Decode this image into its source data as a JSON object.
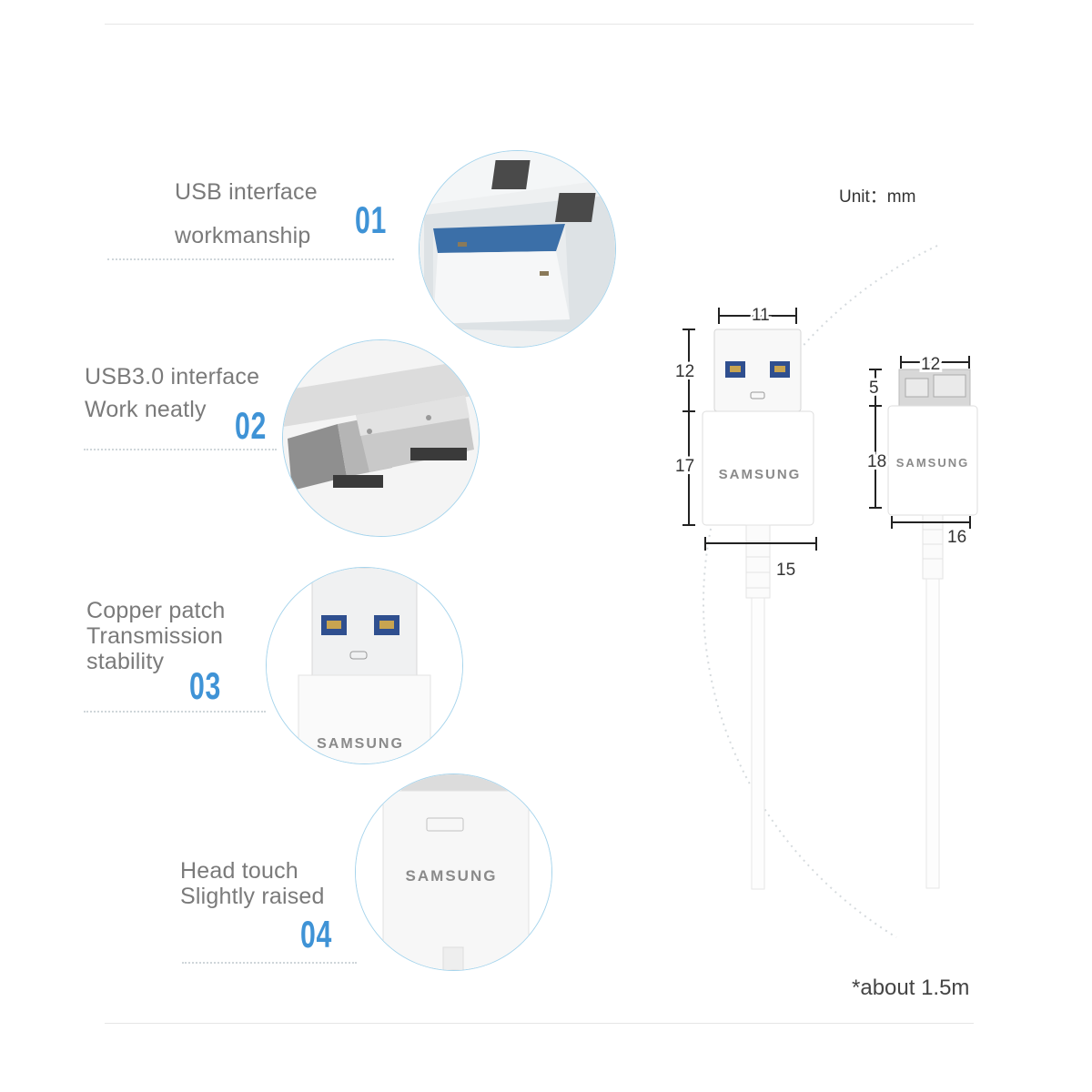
{
  "features": [
    {
      "text_line1": "USB interface",
      "text_line2": "workmanship",
      "number": "01"
    },
    {
      "text_line1": "USB3.0 interface",
      "text_line2": "Work neatly",
      "number": "02"
    },
    {
      "text_line1": "Copper patch",
      "text_line2": "Transmission",
      "text_line3": "stability",
      "number": "03"
    },
    {
      "text_line1": "Head touch",
      "text_line2": "Slightly raised",
      "number": "04"
    }
  ],
  "unit_label": "Unit：mm",
  "brand": "SAMSUNG",
  "dimensions": {
    "usb_a_width": "11",
    "usb_a_plug_length": "12",
    "usb_a_body_length": "17",
    "usb_a_body_width": "15",
    "micro_width": "12",
    "micro_plug_length": "5",
    "micro_body_length": "18",
    "micro_body_width": "16"
  },
  "cable_length_note": "*about 1.5m",
  "colors": {
    "accent": "#3f93d6",
    "circle_border": "#a6d4ec",
    "text": "#7a7a7a"
  }
}
